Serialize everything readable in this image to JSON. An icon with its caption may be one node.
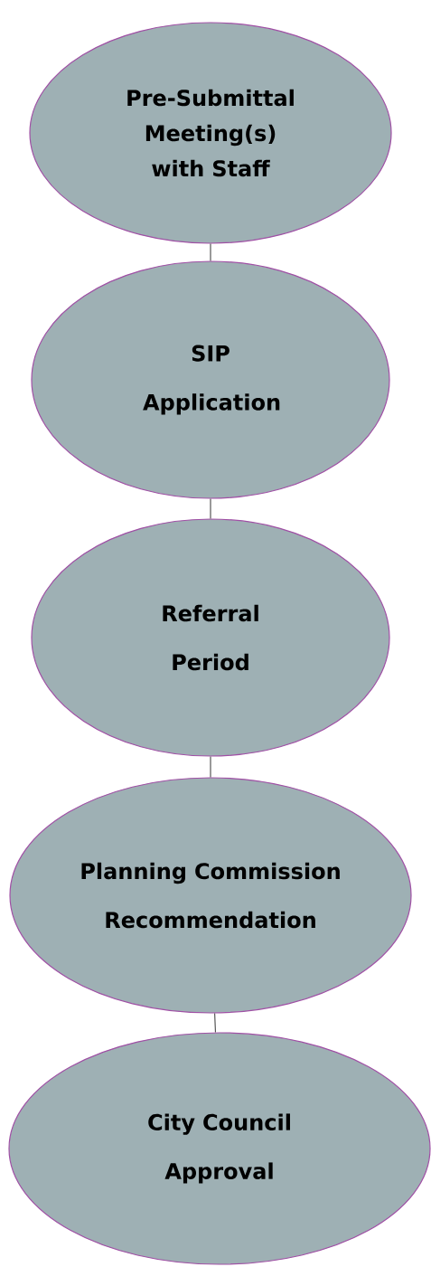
{
  "diagram": {
    "nodes": [
      {
        "text": [
          "Pre-Submittal Meeting(s) with Staff"
        ]
      },
      {
        "text": [
          "SIP Application"
        ]
      },
      {
        "text": [
          "Referral Period"
        ]
      },
      {
        "text": [
          "Planning Commission Recommendation"
        ]
      },
      {
        "text": [
          "City Council Approval"
        ]
      }
    ],
    "edges": [
      {
        "from": 0,
        "to": 1,
        "arrow": "none"
      },
      {
        "from": 1,
        "to": 2,
        "arrow": "none"
      },
      {
        "from": 2,
        "to": 3,
        "arrow": "none"
      },
      {
        "from": 3,
        "to": 4,
        "arrow": "none"
      }
    ]
  }
}
